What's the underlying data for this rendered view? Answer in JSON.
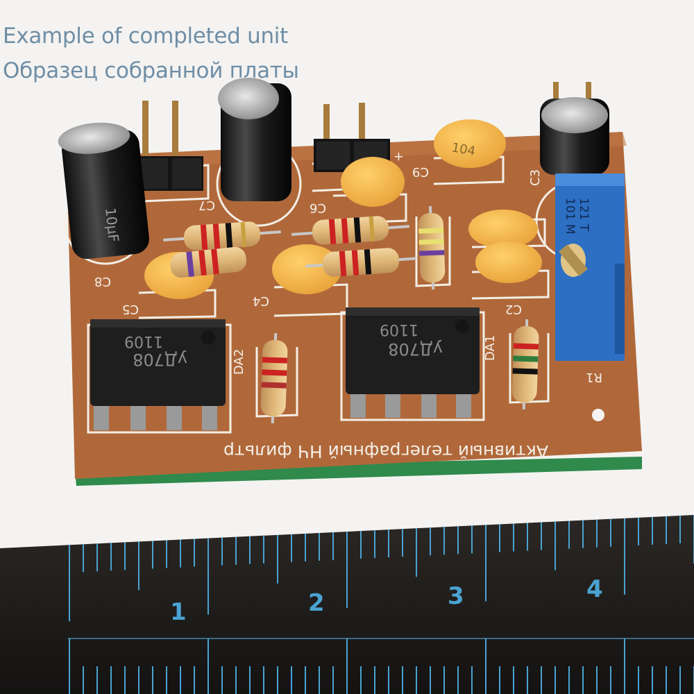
{
  "caption": {
    "english": "Example of completed unit",
    "russian": "Образец собранной платы"
  },
  "board": {
    "title": "Активный телеграфный НЧ фильтр",
    "chips": [
      {
        "designator": "DA2",
        "marking": "уД708",
        "date_code": "1109"
      },
      {
        "designator": "DA1",
        "marking": "уД708",
        "date_code": "1109"
      }
    ],
    "capacitor_labels": [
      "C8",
      "C7",
      "C6",
      "C9",
      "C3",
      "C5",
      "C4",
      "C2"
    ],
    "trimmer": {
      "designator": "R1",
      "marking_line1": "121 T",
      "marking_line2": "101 M"
    },
    "ceramic_cap_marking": "104",
    "electrolytic_marking": "10µF",
    "power_plus": "+"
  },
  "ruler": {
    "numbers": [
      "1",
      "2",
      "3",
      "4"
    ]
  },
  "colors": {
    "caption": "#6f8ea6",
    "pcb": "#b0683a",
    "silkscreen": "#f4efe6",
    "ruler": "#201e1c",
    "ruler_marks": "#4aa3d3"
  }
}
